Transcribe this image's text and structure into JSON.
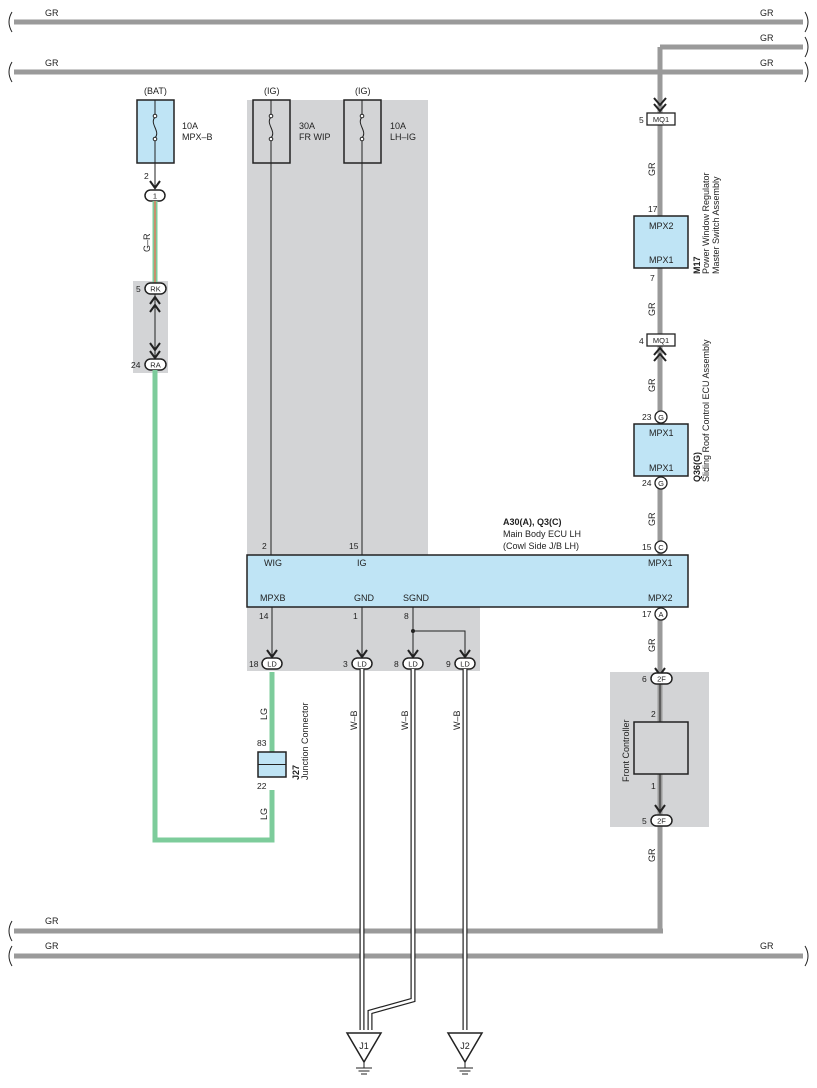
{
  "colors": {
    "gr_wire": "#9a9a9a",
    "lg_wire": "#7dcc9b",
    "component_fill": "#bfe4f5",
    "shade": "#d3d4d6",
    "line": "#222222"
  },
  "wires": {
    "gr": "GR",
    "lg": "LG",
    "wb": "W–B",
    "gr_label": "G–R"
  },
  "fuses": {
    "bat": {
      "source": "(BAT)",
      "amp": "10A",
      "name": "MPX–B"
    },
    "frwip": {
      "source": "(IG)",
      "amp": "30A",
      "name": "FR WIP"
    },
    "lhig": {
      "source": "(IG)",
      "amp": "10A",
      "name": "LH–IG"
    }
  },
  "connectors": {
    "c1": "1",
    "rk": "RK",
    "ra": "RA",
    "ld": "LD",
    "mq1": "MQ1",
    "g": "G",
    "c": "C",
    "a": "A",
    "f2": "2F"
  },
  "pins": {
    "bat_fuse": "2",
    "rk": "5",
    "ra": "24",
    "wig": "2",
    "ig": "15",
    "mpxb": "14",
    "gnd": "1",
    "sgnd": "8",
    "ld18": "18",
    "ld3": "3",
    "ld8": "8",
    "ld9": "9",
    "j27_top": "83",
    "j27_bot": "22",
    "mq1_top": "5",
    "m17_top": "17",
    "m17_bot": "7",
    "mq1_bot": "4",
    "q36_top": "23",
    "q36_bot": "24",
    "ecu_c": "15",
    "ecu_a": "17",
    "fc_top_conn": "6",
    "fc_top": "2",
    "fc_bot": "1",
    "fc_bot_conn": "5"
  },
  "ecu": {
    "title": "A30(A), Q3(C)",
    "line1": "Main Body ECU LH",
    "line2": "(Cowl Side J/B LH)",
    "wig": "WIG",
    "ig": "IG",
    "mpx1": "MPX1",
    "mpxb": "MPXB",
    "gnd": "GND",
    "sgnd": "SGND",
    "mpx2": "MPX2"
  },
  "m17": {
    "code": "M17",
    "line1": "Power Window Regulator",
    "line2": "Master Switch Assembly",
    "top": "MPX2",
    "bottom": "MPX1"
  },
  "q36": {
    "code": "Q36(G)",
    "line1": "Sliding Roof Control ECU Assembly",
    "top": "MPX1",
    "bottom": "MPX1"
  },
  "j27": {
    "code": "J27",
    "name": "Junction Connector"
  },
  "front_controller": {
    "name": "Front Controller"
  },
  "grounds": {
    "j1": "J1",
    "j2": "J2"
  }
}
